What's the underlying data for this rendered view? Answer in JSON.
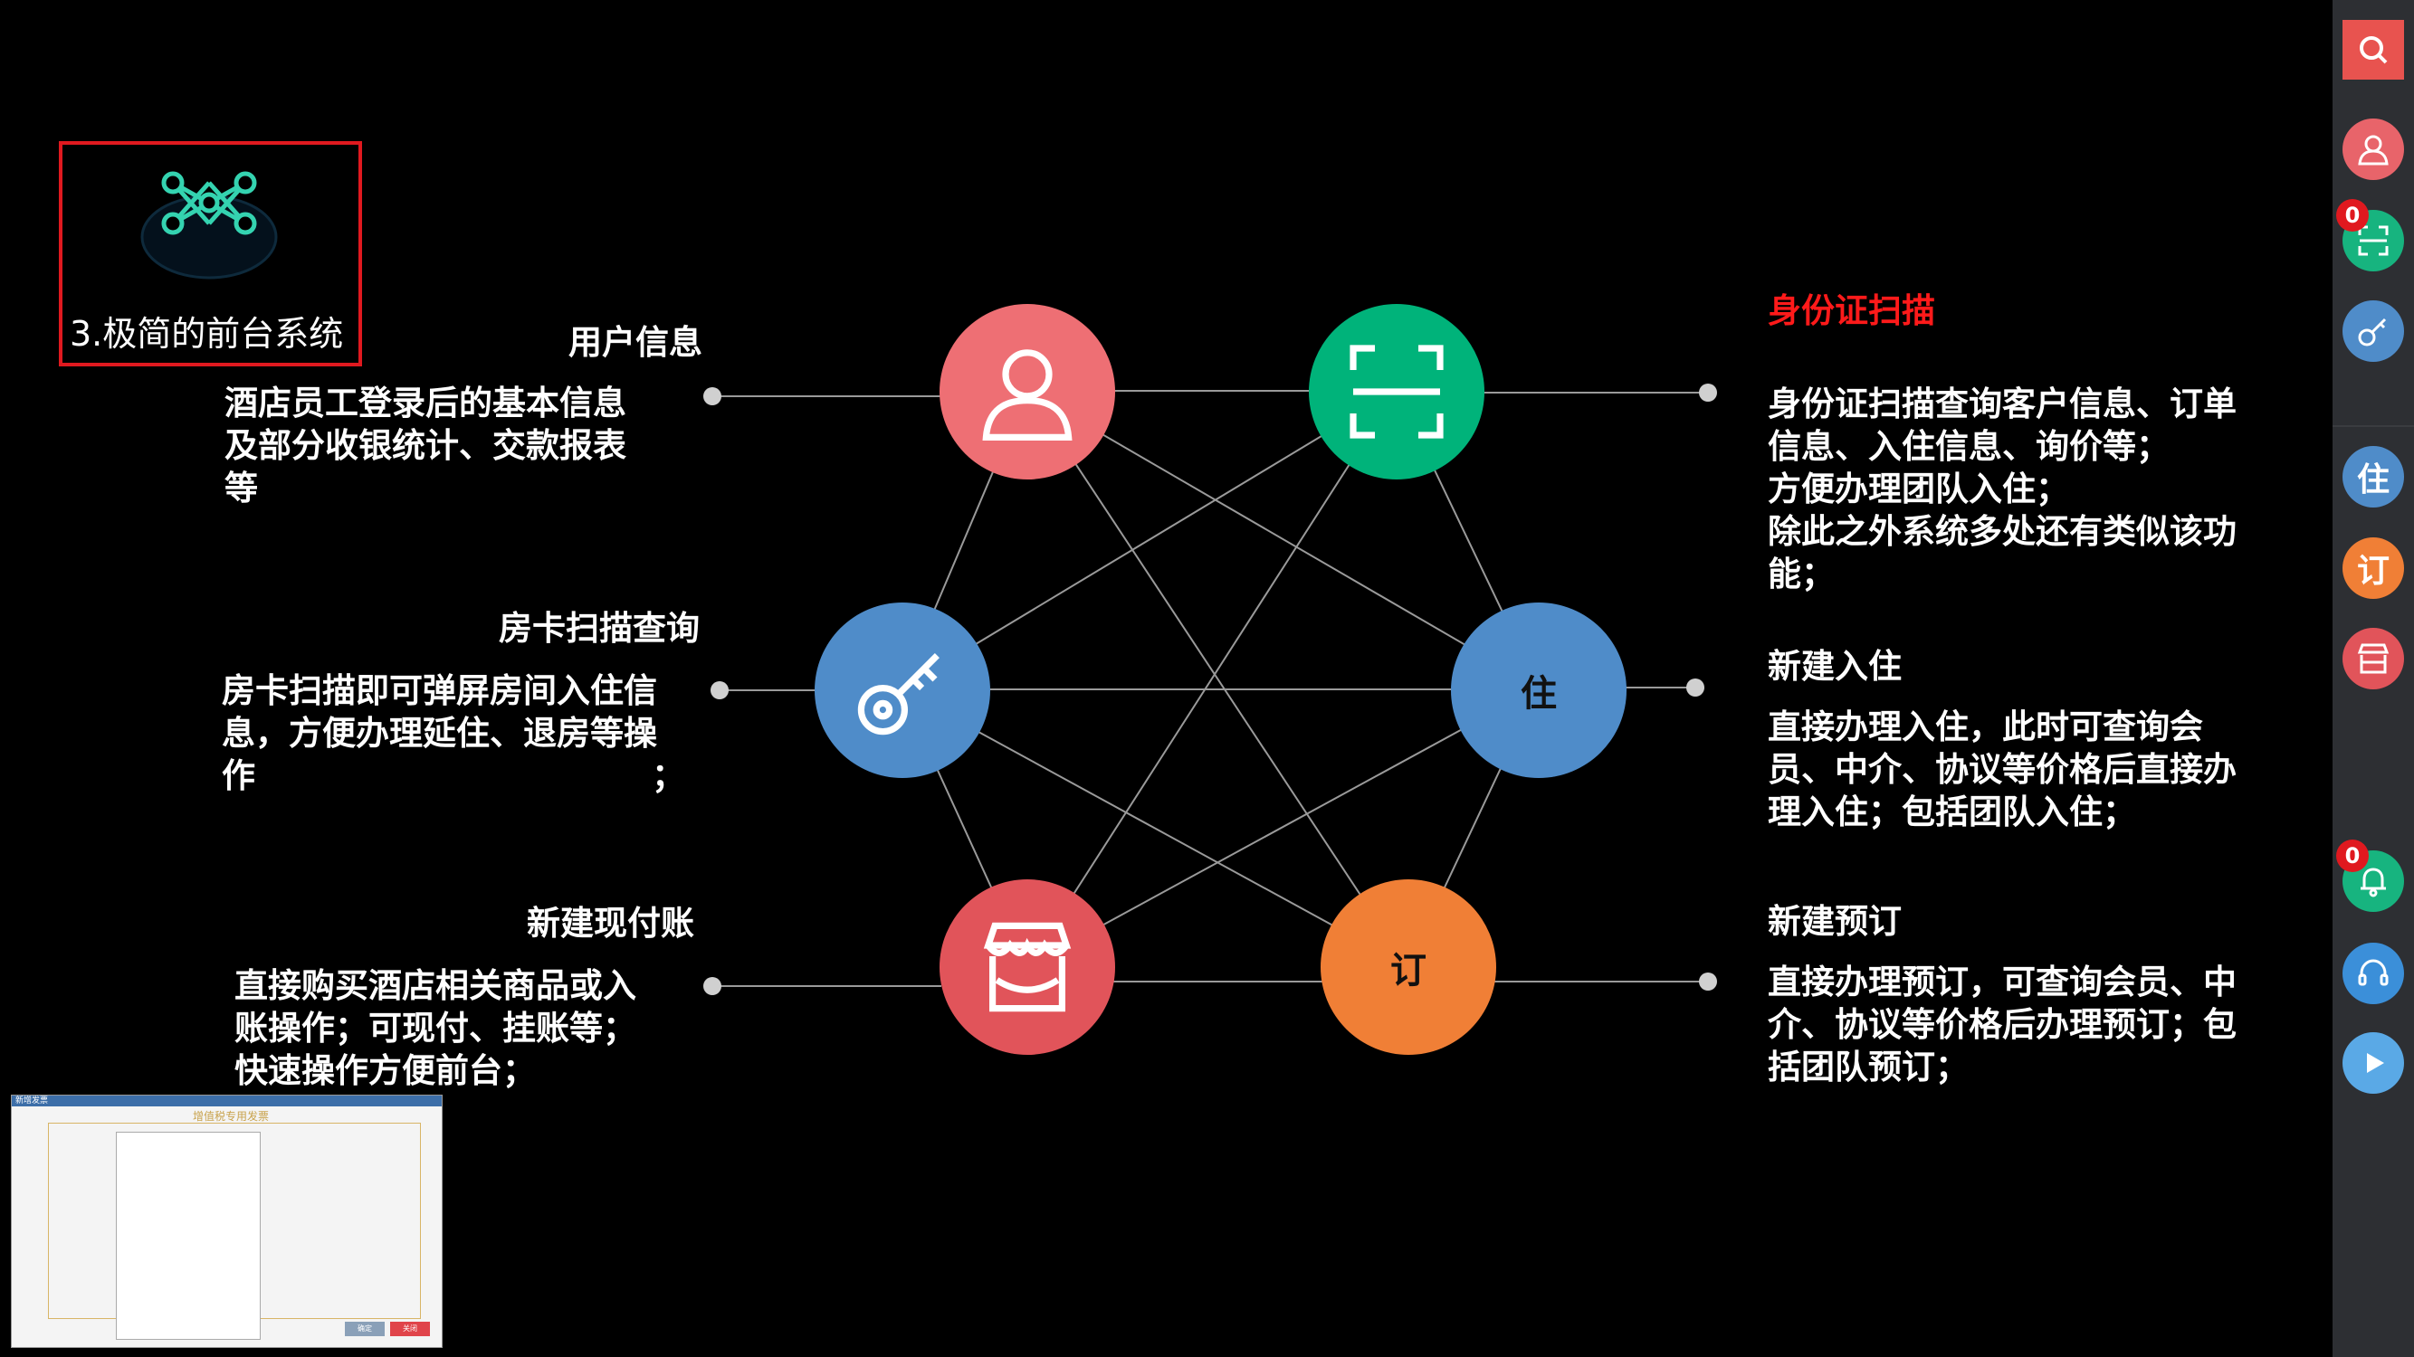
{
  "title_box": {
    "text": "3.极简的前台系统"
  },
  "nodes": {
    "user": {
      "color": "#ee6f74"
    },
    "scan": {
      "color": "#00b37a"
    },
    "key": {
      "color": "#4f8cc9"
    },
    "checkin": {
      "color": "#4f8cc9",
      "glyph": "住"
    },
    "shop": {
      "color": "#e1545a"
    },
    "book": {
      "color": "#f07f36",
      "glyph": "订"
    }
  },
  "labels": {
    "user": {
      "title": "用户信息",
      "lines": [
        "酒店员工登录后的基本信息",
        "及部分收银统计、交款报表",
        "等"
      ]
    },
    "key": {
      "title": "房卡扫描查询",
      "lines": [
        "房卡扫描即可弹屏房间入住信",
        "息，方便办理延住、退房等操",
        "作                                  ；"
      ]
    },
    "shop": {
      "title": "新建现付账",
      "lines": [
        "直接购买酒店相关商品或入",
        "账操作；可现付、挂账等；",
        "快速操作方便前台；"
      ]
    },
    "scan": {
      "title": "身份证扫描",
      "lines": [
        "身份证扫描查询客户信息、订单",
        "信息、入住信息、询价等；",
        "方便办理团队入住；",
        "除此之外系统多处还有类似该功",
        "能；"
      ]
    },
    "checkin": {
      "title": "新建入住",
      "lines": [
        "直接办理入住，此时可查询会",
        "员、中介、协议等价格后直接办",
        "理入住；包括团队入住；"
      ]
    },
    "book": {
      "title": "新建预订",
      "lines": [
        "直接办理预订，可查询会员、中",
        "介、协议等价格后办理预订；包",
        "括团队预订；"
      ]
    }
  },
  "sidebar": {
    "search_icon": "search-icon",
    "buttons": [
      {
        "name": "user-icon",
        "color": "#e8646a"
      },
      {
        "name": "scan-icon",
        "color": "#17b47f",
        "badge": "0"
      },
      {
        "name": "key-icon",
        "color": "#4f8cc9"
      },
      {
        "name": "checkin",
        "color": "#4f8cc9",
        "glyph": "住"
      },
      {
        "name": "book",
        "color": "#f07f36",
        "glyph": "订"
      },
      {
        "name": "shop-icon",
        "color": "#e1545a"
      },
      {
        "name": "bell-icon",
        "color": "#17b47f",
        "badge": "0"
      },
      {
        "name": "headset-icon",
        "color": "#3b8fd9"
      },
      {
        "name": "play-icon",
        "color": "#5aa9e6"
      }
    ]
  },
  "thumbnail": {
    "window_title": "新增发票",
    "doc_title": "增值税专用发票",
    "btn_confirm": "确定",
    "btn_cancel": "关闭"
  }
}
